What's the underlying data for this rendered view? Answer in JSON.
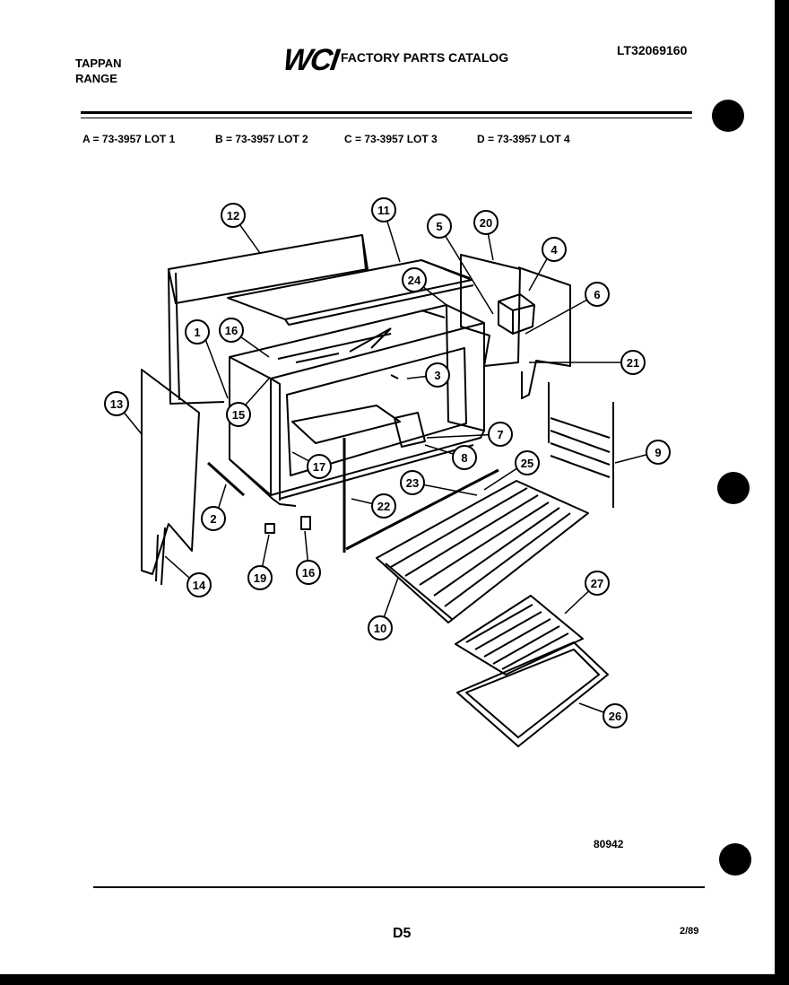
{
  "header": {
    "brand_line1": "TAPPAN",
    "brand_line2": "RANGE",
    "logo": "WCI",
    "catalog_title": "FACTORY PARTS CATALOG",
    "catalog_number": "LT32069160"
  },
  "lots": [
    {
      "label": "A = 73-3957 LOT 1"
    },
    {
      "label": "B = 73-3957 LOT 2"
    },
    {
      "label": "C = 73-3957 LOT 3"
    },
    {
      "label": "D = 73-3957 LOT 4"
    }
  ],
  "callouts": [
    {
      "id": "c1",
      "label": "1"
    },
    {
      "id": "c2",
      "label": "2"
    },
    {
      "id": "c3",
      "label": "3"
    },
    {
      "id": "c4",
      "label": "4"
    },
    {
      "id": "c5",
      "label": "5"
    },
    {
      "id": "c6",
      "label": "6"
    },
    {
      "id": "c7",
      "label": "7"
    },
    {
      "id": "c8",
      "label": "8"
    },
    {
      "id": "c9",
      "label": "9"
    },
    {
      "id": "c10",
      "label": "10"
    },
    {
      "id": "c11",
      "label": "11"
    },
    {
      "id": "c12",
      "label": "12"
    },
    {
      "id": "c13",
      "label": "13"
    },
    {
      "id": "c14",
      "label": "14"
    },
    {
      "id": "c15",
      "label": "15"
    },
    {
      "id": "c16a",
      "label": "16"
    },
    {
      "id": "c16b",
      "label": "16"
    },
    {
      "id": "c17",
      "label": "17"
    },
    {
      "id": "c19",
      "label": "19"
    },
    {
      "id": "c20",
      "label": "20"
    },
    {
      "id": "c21",
      "label": "21"
    },
    {
      "id": "c22",
      "label": "22"
    },
    {
      "id": "c23",
      "label": "23"
    },
    {
      "id": "c24",
      "label": "24"
    },
    {
      "id": "c25",
      "label": "25"
    },
    {
      "id": "c26",
      "label": "26"
    },
    {
      "id": "c27",
      "label": "27"
    }
  ],
  "figure_code": "80942",
  "page_code": "D5",
  "date": "2/89"
}
